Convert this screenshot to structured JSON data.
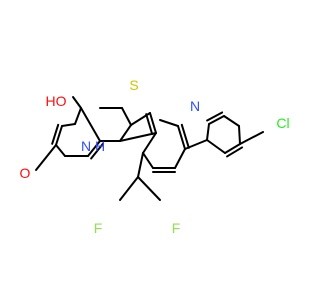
{
  "diagram": {
    "type": "chemical-structure",
    "atom_labels": {
      "oh": "HO",
      "nh": "N H",
      "n_ring": "N",
      "s": "S",
      "o": "O",
      "cl": "Cl",
      "f1": "F",
      "f2": "F"
    },
    "colors": {
      "bond": "#000000",
      "oxygen": "#ff0d0d",
      "nitrogen": "#3050f8",
      "sulfur": "#c8c800",
      "chlorine": "#1ff01f",
      "fluorine": "#90e050"
    }
  }
}
